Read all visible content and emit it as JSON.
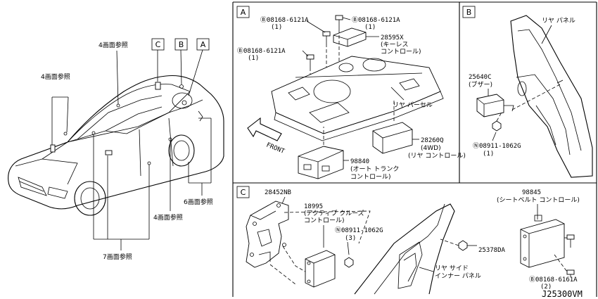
{
  "diagram_id": "J25300VM",
  "section_letters": {
    "a": "A",
    "b": "B",
    "c": "C"
  },
  "car_view": {
    "ref_4_top": "4画面参照",
    "ref_4_left": "4画面参照",
    "ref_4_bottom": "4画面参照",
    "ref_6": "6画面参照",
    "ref_7": "7画面参照"
  },
  "section_a": {
    "bolt1": {
      "code": "Ⓑ08168-6121A",
      "qty": "(1)"
    },
    "bolt2": {
      "code": "Ⓑ08168-6121A",
      "qty": "(1)"
    },
    "bolt3": {
      "code": "Ⓑ08168-6121A",
      "qty": "(1)"
    },
    "keyless": {
      "code": "28595X",
      "name": "(キーレス",
      "name2": "コントロール)"
    },
    "rear_parcel": "リヤ パーセル",
    "front": "FRONT",
    "fourwd": {
      "code": "28260Q",
      "name": "(4WD)",
      "name2": "(リヤ コントロール)"
    },
    "trunk": {
      "code": "98840",
      "name": "(オート トランク",
      "name2": "コントロール)"
    }
  },
  "section_b": {
    "rear_panel": "リヤ パネル",
    "buzzer": {
      "code": "25640C",
      "name": "(ブザー)"
    },
    "nut": {
      "code": "Ⓝ08911-1062G",
      "qty": "(1)"
    }
  },
  "section_c": {
    "bracket": "28452NB",
    "cruise": {
      "code": "18995",
      "name": "(アクティブ クルーズ",
      "name2": "コントロール)"
    },
    "nut": {
      "code": "Ⓝ08911-1062G",
      "qty": "(3)"
    },
    "clip": "25378DA",
    "inner_panel": {
      "name": "リヤ サイド",
      "name2": "インナー パネル"
    },
    "seatbelt": {
      "code": "98845",
      "name": "(シートベルト コントロール)"
    },
    "bolt": {
      "code": "Ⓑ08168-6161A",
      "qty": "(2)"
    }
  }
}
